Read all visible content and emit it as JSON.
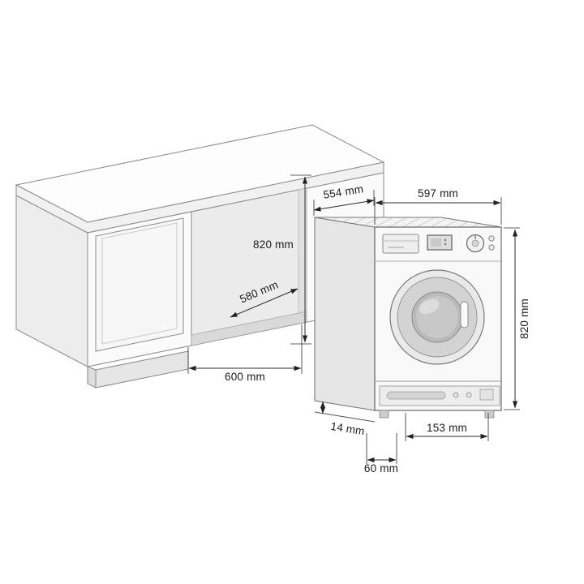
{
  "diagram": {
    "title": "built-in-washing-machine-installation-dimensions",
    "stroke_color": "#2b2b2b",
    "background_color": "#ffffff",
    "labels": {
      "machine_depth": "554 mm",
      "machine_width": "597 mm",
      "niche_height": "820 mm",
      "niche_depth": "580 mm",
      "niche_width": "600 mm",
      "machine_height": "820 mm",
      "bottom_gap": "14 mm",
      "base_offset": "153 mm",
      "foot_offset": "60 mm"
    }
  }
}
